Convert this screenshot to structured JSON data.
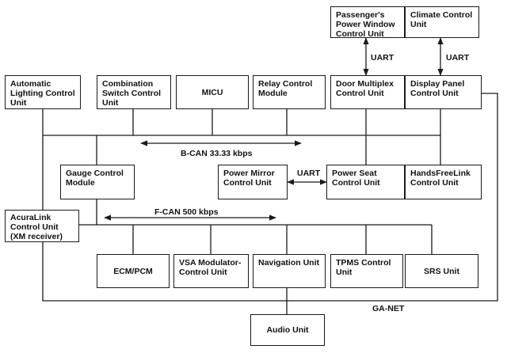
{
  "units": {
    "passenger_window": "Passenger's Power Window Control Unit",
    "climate": "Climate Control Unit",
    "auto_lighting": "Automatic Lighting Control Unit",
    "combination_switch": "Combination Switch Control Unit",
    "micu": "MICU",
    "relay": "Relay Control Module",
    "door_multiplex": "Door Multiplex Control Unit",
    "display_panel": "Display Panel Control Unit",
    "gauge": "Gauge Control Module",
    "power_mirror": "Power Mirror Control Unit",
    "power_seat": "Power Seat Control Unit",
    "handsfreelink": "HandsFreeLink Control Unit",
    "acuralink": "AcuraLink Control Unit (XM receiver)",
    "ecm": "ECM/PCM",
    "vsa": "VSA Modulator-Control Unit",
    "navigation": "Navigation Unit",
    "tpms": "TPMS Control Unit",
    "srs": "SRS Unit",
    "audio": "Audio Unit"
  },
  "labels": {
    "uart_window": "UART",
    "uart_climate": "UART",
    "uart_mirror": "UART",
    "bcan": "B-CAN 33.33 kbps",
    "fcan": "F-CAN 500 kbps",
    "ganet": "GA-NET"
  },
  "colors": {
    "line": "#1a1a1a",
    "background": "#ffffff"
  }
}
